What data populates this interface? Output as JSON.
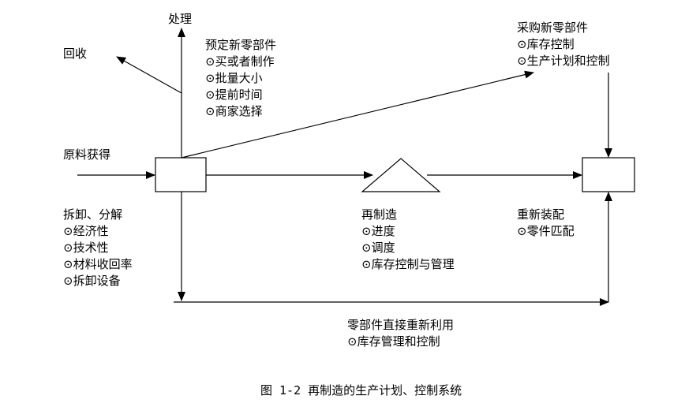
{
  "labels": {
    "recycle": "回收",
    "dispose": "处理",
    "raw_material": "原料获得",
    "plan_parts": {
      "title": "预定新零部件",
      "items": [
        "⊙买或者制作",
        "⊙批量大小",
        "⊙提前时间",
        "⊙商家选择"
      ]
    },
    "buy_parts": {
      "title": "采购新零部件",
      "items": [
        "⊙库存控制",
        "⊙生产计划和控制"
      ]
    },
    "disassembly": {
      "title": "拆卸、分解",
      "items": [
        "⊙经济性",
        "⊙技术性",
        "⊙材料收回率",
        "⊙拆卸设备"
      ]
    },
    "remanufacture": {
      "title": "再制造",
      "items": [
        "⊙进度",
        "⊙调度",
        "⊙库存控制与管理"
      ]
    },
    "reassembly": {
      "title": "重新装配",
      "items": [
        "⊙零件匹配"
      ]
    },
    "direct_reuse": {
      "title": "零部件直接重新利用",
      "items": [
        "⊙库存管理和控制"
      ]
    }
  },
  "caption": "图 1-2 再制造的生产计划、控制系统"
}
